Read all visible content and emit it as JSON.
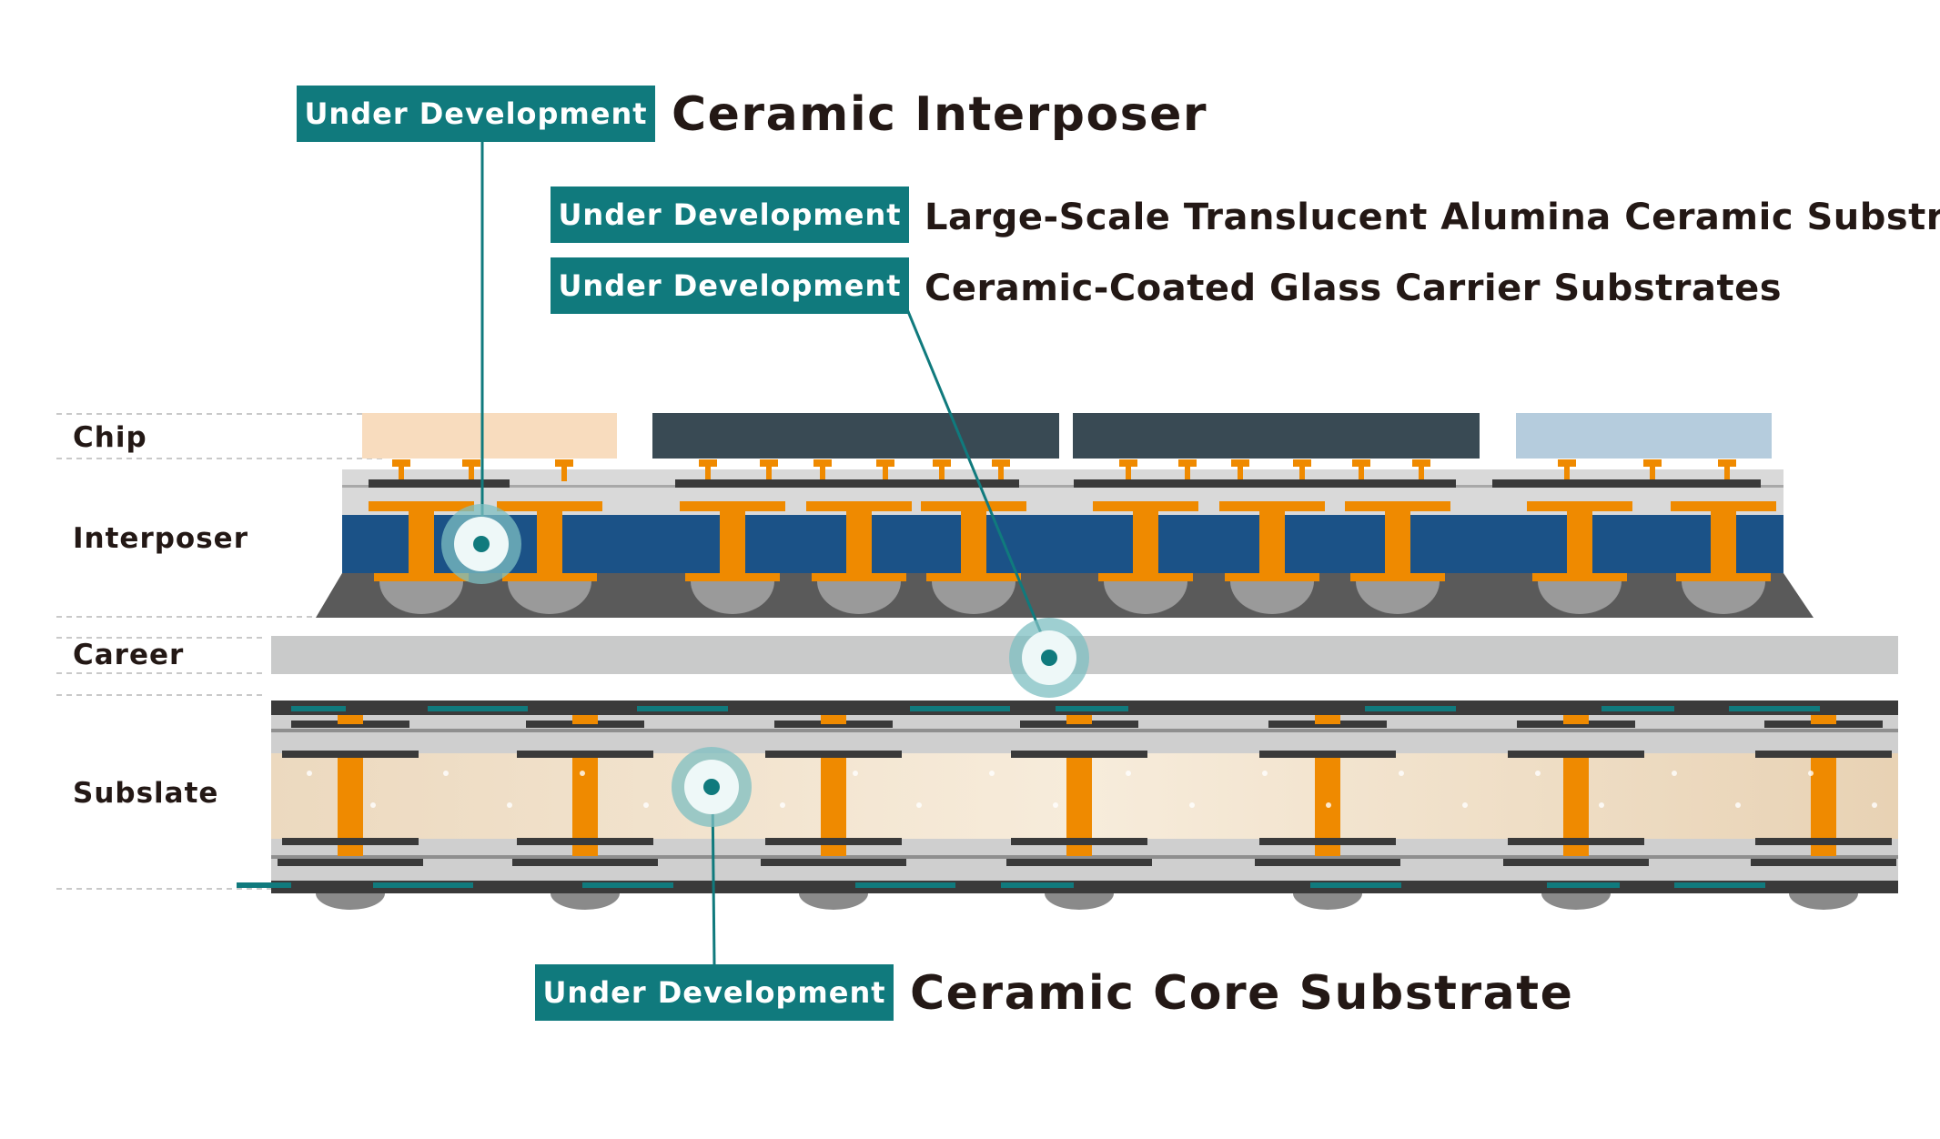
{
  "badges": [
    {
      "id": "interposer",
      "label": "Under Development",
      "title": "Ceramic Interposer"
    },
    {
      "id": "alumina",
      "label": "Under Development",
      "title": "Large-Scale Translucent Alumina Ceramic Substrates"
    },
    {
      "id": "glass",
      "label": "Under Development",
      "title": "Ceramic-Coated Glass Carrier Substrates"
    },
    {
      "id": "core",
      "label": "Under Development",
      "title": "Ceramic Core Substrate"
    }
  ],
  "layers": {
    "chip": "Chip",
    "interposer": "Interposer",
    "career": "Career",
    "subslate": "Subslate"
  },
  "colors": {
    "teal": "#107a7d",
    "interposer_blue": "#1b5287",
    "copper": "#ef8a00",
    "dark": "#3a3a3a",
    "chip_peach": "#f8dcbe",
    "chip_slate": "#394a54",
    "chip_blue": "#b5ccdd",
    "carrier_gray": "#c9caca",
    "core_beige": "#f3e6d2"
  }
}
